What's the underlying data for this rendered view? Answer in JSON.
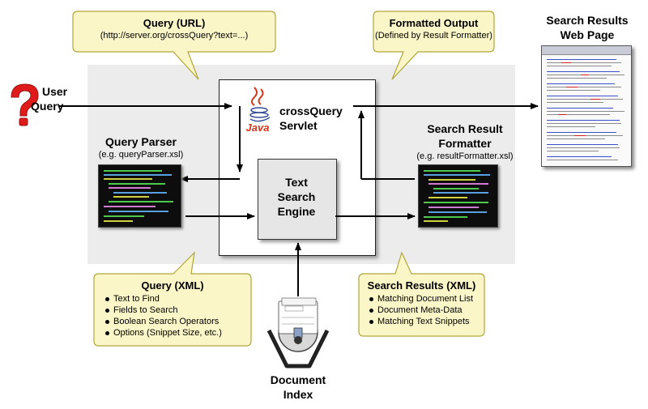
{
  "user_query": {
    "line1": "User",
    "line2": "Query",
    "icon": "question-mark-icon",
    "icon_color": "#e01b1b"
  },
  "callouts": {
    "query_url": {
      "title": "Query (URL)",
      "subtitle": "(http://server.org/crossQuery?text=...)"
    },
    "formatted_output": {
      "title": "Formatted Output",
      "subtitle": "(Defined by Result Formatter)"
    },
    "query_xml": {
      "title": "Query (XML)",
      "items": [
        "Text to Find",
        "Fields to Search",
        "Boolean Search Operators",
        "Options (Snippet Size, etc.)"
      ]
    },
    "search_results_xml": {
      "title": "Search Results (XML)",
      "items": [
        "Matching Document List",
        "Document Meta-Data",
        "Matching Text Snippets"
      ]
    }
  },
  "servlet": {
    "line1": "crossQuery",
    "line2": "Servlet",
    "logo": "java-logo-icon",
    "logo_text": "Java"
  },
  "engine": {
    "line1": "Text",
    "line2": "Search",
    "line3": "Engine"
  },
  "query_parser": {
    "title": "Query Parser",
    "subtitle": "(e.g. queryParser.xsl)"
  },
  "result_formatter": {
    "line1": "Search Result",
    "line2": "Formatter",
    "subtitle": "(e.g. resultFormatter.xsl)"
  },
  "results_page": {
    "line1": "Search Results",
    "line2": "Web Page"
  },
  "document_index": {
    "line1": "Document",
    "line2": "Index",
    "icon": "rolodex-icon"
  },
  "colors": {
    "callout_fill": "#fbf6c8",
    "callout_stroke": "#b0a63a",
    "panel_bg": "#ececec"
  }
}
